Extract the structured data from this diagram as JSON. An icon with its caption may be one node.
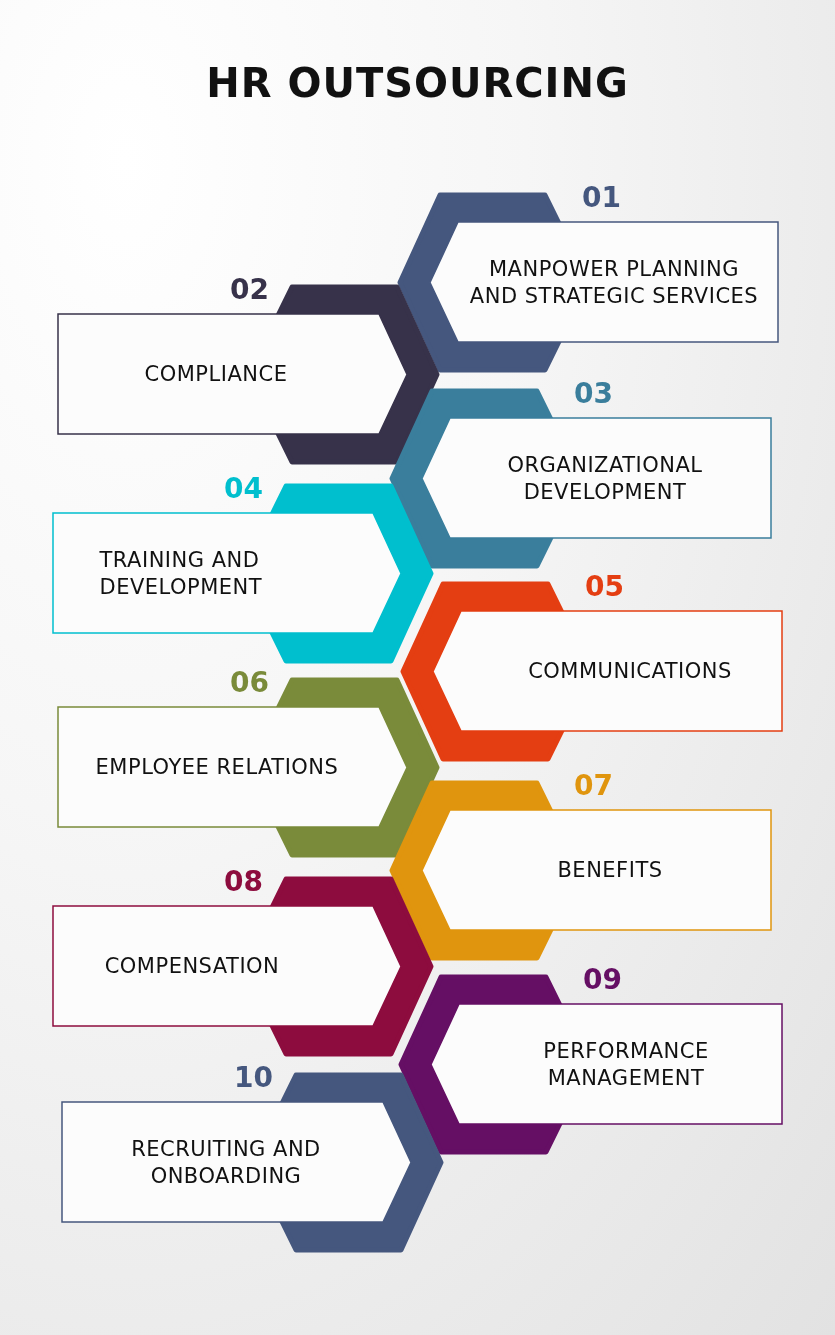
{
  "diagram": {
    "title": "HR OUTSOURCING",
    "nodes": [
      {
        "text": [
          "01",
          "MANPOWER PLANNING AND STRATEGIC SERVICES"
        ]
      },
      {
        "text": [
          "02",
          "COMPLIANCE"
        ]
      },
      {
        "text": [
          "03",
          "ORGANIZATIONAL DEVELOPMENT"
        ]
      },
      {
        "text": [
          "04",
          "TRAINING AND DEVELOPMENT"
        ]
      },
      {
        "text": [
          "05",
          "COMMUNICATIONS"
        ]
      },
      {
        "text": [
          "06",
          "EMPLOYEE RELATIONS"
        ]
      },
      {
        "text": [
          "07",
          "BENEFITS"
        ]
      },
      {
        "text": [
          "08",
          "COMPENSATION"
        ]
      },
      {
        "text": [
          "09",
          "PERFORMANCE MANAGEMENT"
        ]
      },
      {
        "text": [
          "10",
          "RECRUITING AND ONBOARDING"
        ]
      }
    ]
  }
}
